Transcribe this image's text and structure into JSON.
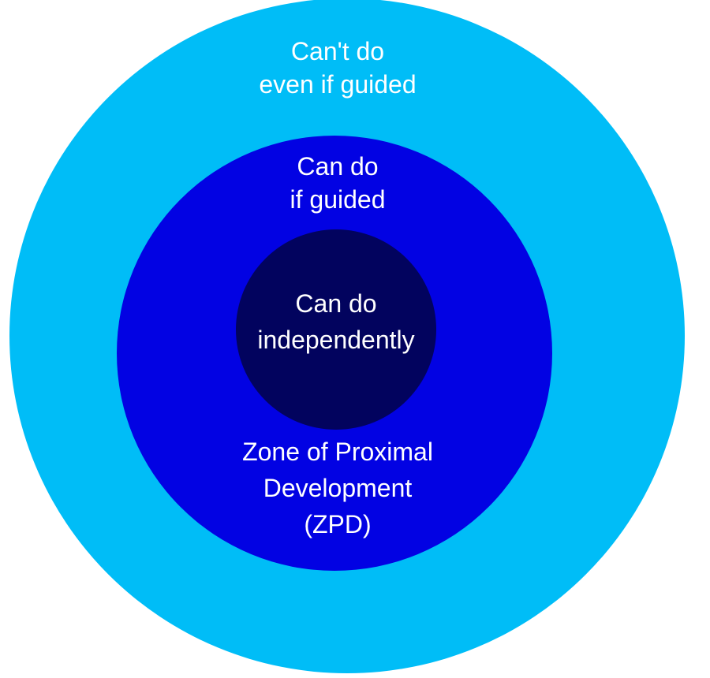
{
  "colors": {
    "outer_ring": "#00bdf7",
    "middle_ring": "#0202e3",
    "inner_circle": "#02035e",
    "text": "#ffffff",
    "background": "#ffffff"
  },
  "outer_ring": {
    "label_lines": [
      "Can't do",
      "even if guided"
    ]
  },
  "middle_ring": {
    "label_lines": [
      "Can do",
      "if guided"
    ],
    "zone_lines": [
      "Zone of Proximal",
      "Development",
      "(ZPD)"
    ]
  },
  "inner_circle": {
    "label_lines": [
      "Can do",
      "independently"
    ]
  }
}
